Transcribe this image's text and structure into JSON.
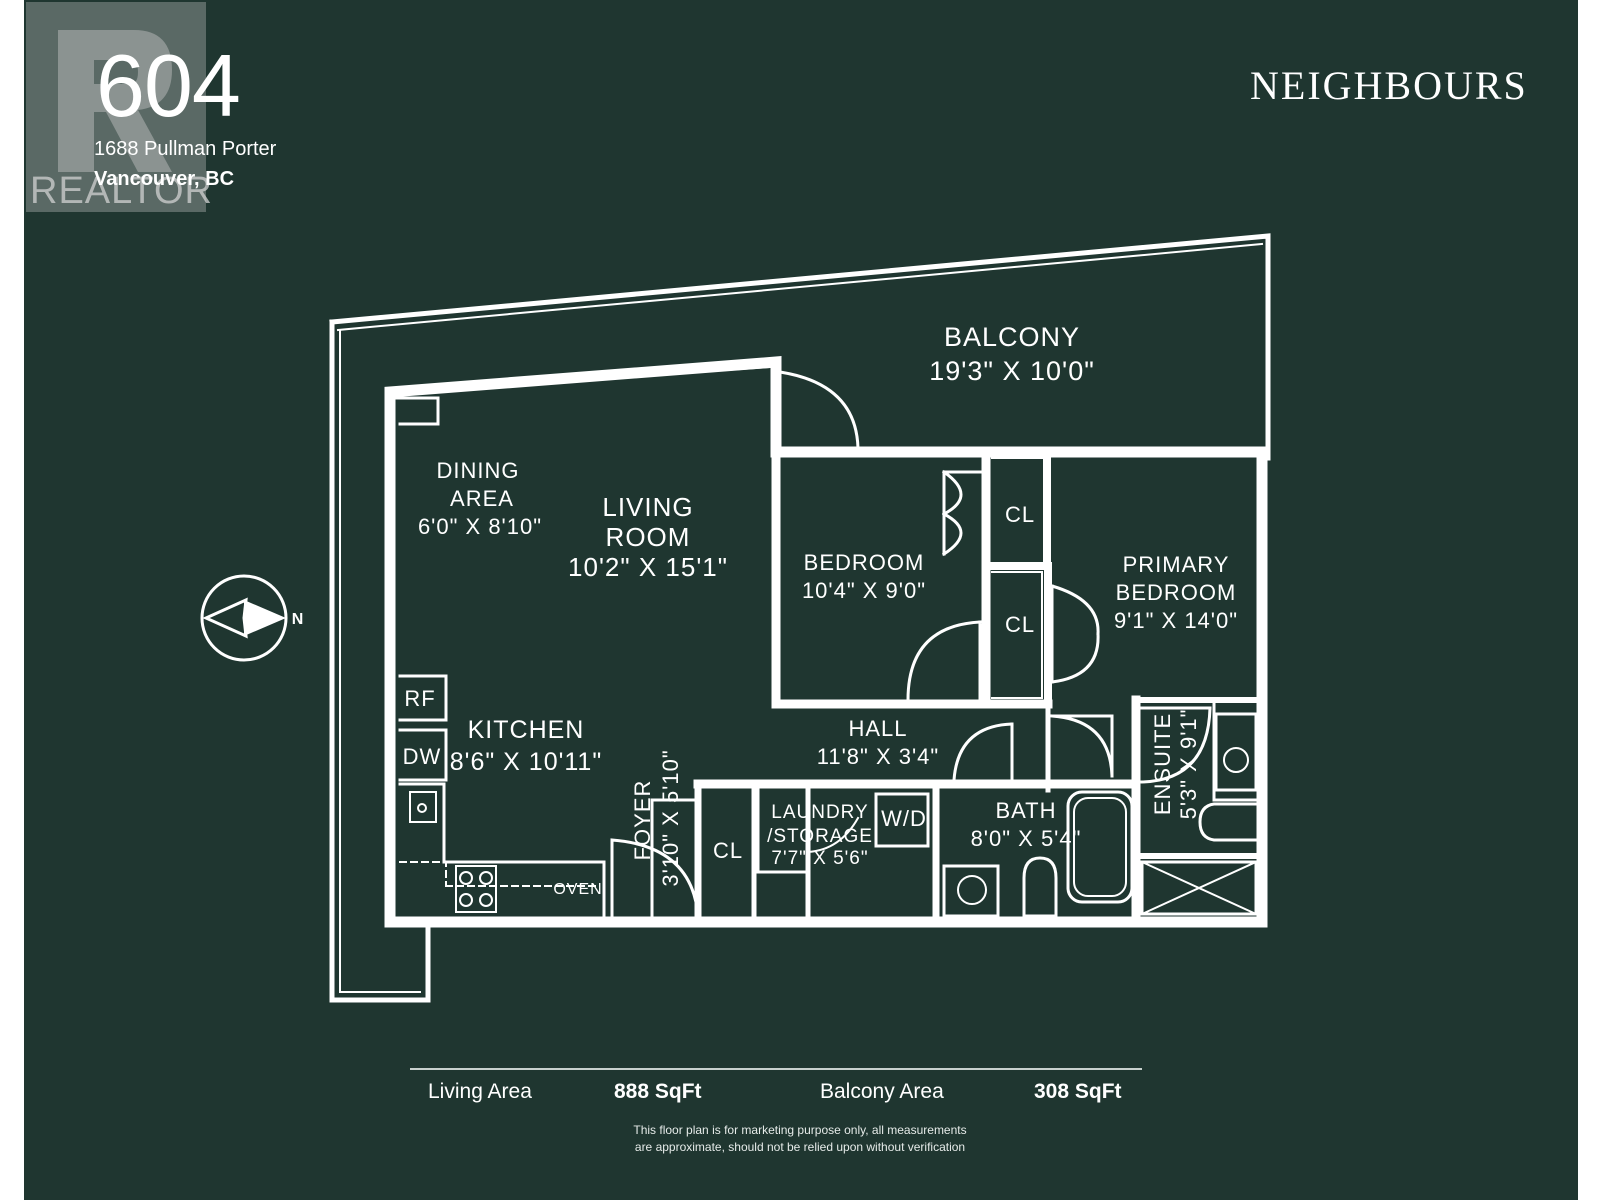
{
  "header": {
    "unit_number": "604",
    "address_line1": "1688 Pullman Porter",
    "address_line2": "Vancouver, BC",
    "brand": "NEIGHBOURS"
  },
  "watermark": {
    "text": "REALTOR"
  },
  "compass": {
    "label": "N",
    "icon": "north-arrow-icon"
  },
  "rooms": {
    "balcony": {
      "name": "BALCONY",
      "dims": "19'3\" X 10'0\""
    },
    "dining": {
      "name_line1": "DINING",
      "name_line2": "AREA",
      "dims": "6'0\" X 8'10\""
    },
    "living": {
      "name_line1": "LIVING",
      "name_line2": "ROOM",
      "dims": "10'2\" X 15'1\""
    },
    "bedroom": {
      "name": "BEDROOM",
      "dims": "10'4\" X 9'0\""
    },
    "primary": {
      "name_line1": "PRIMARY",
      "name_line2": "BEDROOM",
      "dims": "9'1\" X 14'0\""
    },
    "kitchen": {
      "name": "KITCHEN",
      "dims": "8'6\" X 10'11\""
    },
    "hall": {
      "name": "HALL",
      "dims": "11'8\" X 3'4\""
    },
    "foyer": {
      "name": "FOYER",
      "dims": "3'10\" X 5'10\""
    },
    "laundry": {
      "name_line1": "LAUNDRY",
      "name_line2": "/STORAGE",
      "dims": "7'7\" X 5'6\""
    },
    "bath": {
      "name": "BATH",
      "dims": "8'0\" X 5'4\""
    },
    "ensuite": {
      "name": "ENSUITE",
      "dims": "5'3\" X 9'1\""
    }
  },
  "fixtures": {
    "cl": "CL",
    "rf": "RF",
    "dw": "DW",
    "oven": "OVEN",
    "wd": "W/D"
  },
  "areas": {
    "living_label": "Living Area",
    "living_value": "888 SqFt",
    "balcony_label": "Balcony Area",
    "balcony_value": "308 SqFt"
  },
  "disclaimer": {
    "line1": "This floor plan is for marketing purpose only, all measurements",
    "line2": "are approximate, should not be relied upon without verification"
  },
  "colors": {
    "background": "#1f3630",
    "lines": "#ffffff"
  }
}
